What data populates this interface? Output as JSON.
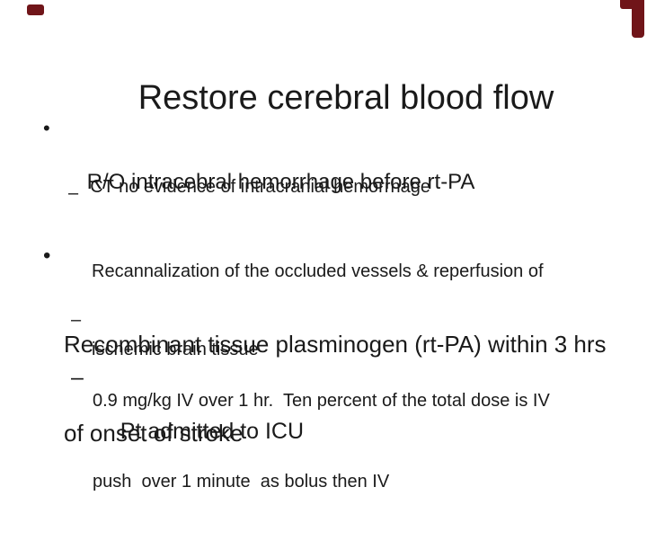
{
  "slide": {
    "background_color": "#ffffff",
    "text_color": "#1a1a1a",
    "decoration_color": "#701519",
    "title": "Restore cerebral blood flow",
    "body": {
      "bullet1": {
        "marker": "•",
        "text": "R/O intracebral hemorrhage before rt-PA"
      },
      "sub1": {
        "text": "CT no evidence of intracranial hemorrhage"
      },
      "dash1": {
        "marker": "–",
        "line1": "Recannalization of the occluded vessels & reperfusion of",
        "line2": "ischemic brain tissue"
      },
      "bullet2": {
        "marker": "•",
        "line1": "Recombinant tissue plasminogen (rt-PA) within 3 hrs",
        "line2": "of onset of stroke"
      },
      "dash2": {
        "marker": "–",
        "line1": "0.9 mg/kg IV over 1 hr.  Ten percent of the total dose is IV",
        "line2": "push  over 1 minute  as bolus then IV"
      },
      "dash3": {
        "marker": "–",
        "text": "Pt admitted to ICU"
      }
    }
  }
}
